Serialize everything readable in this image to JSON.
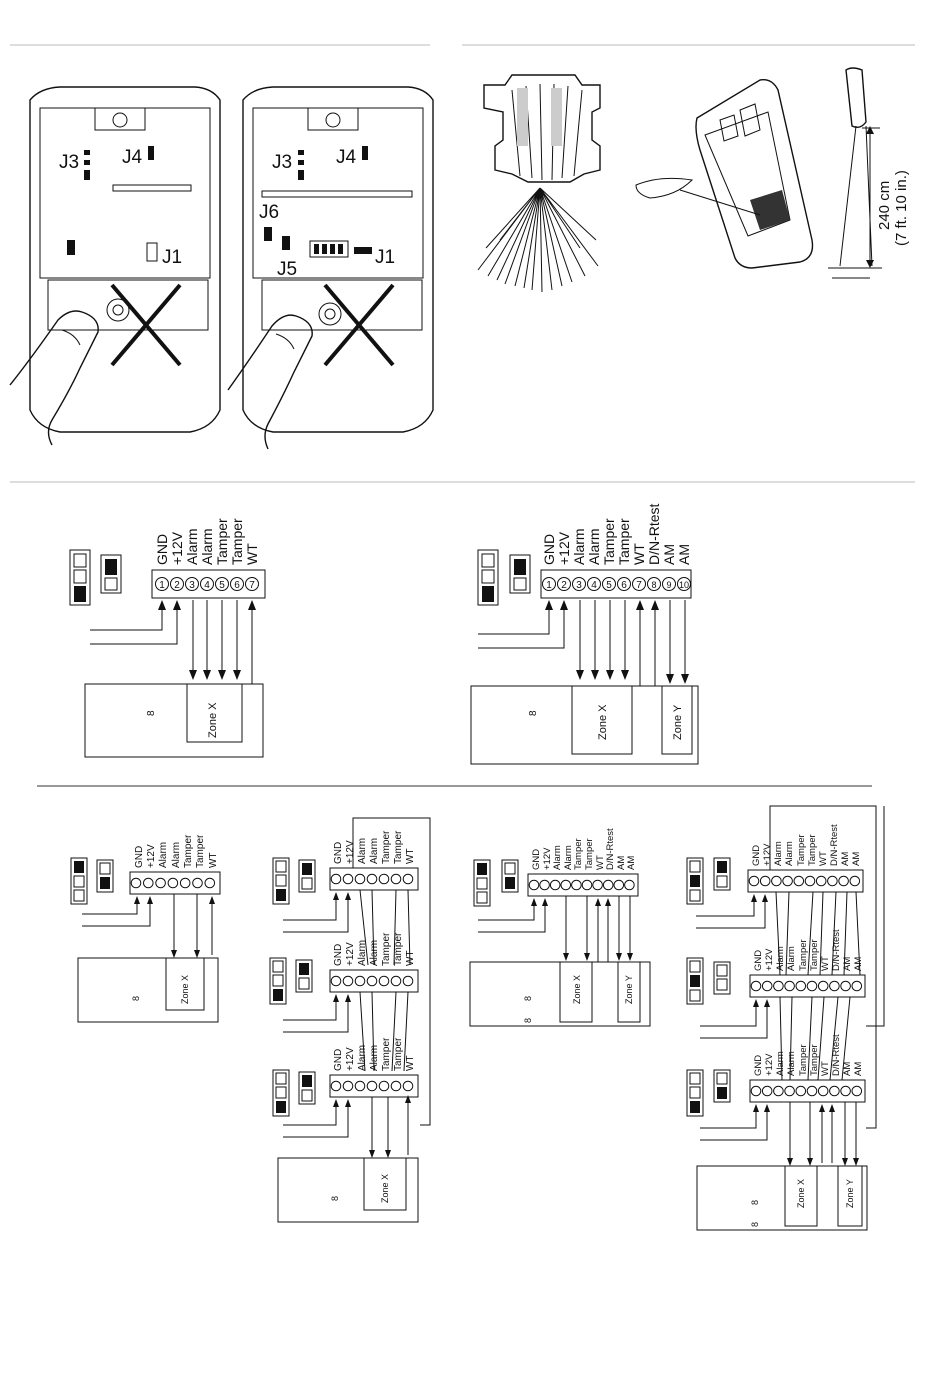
{
  "panel_top_left": {
    "left_board": {
      "jumpers": [
        "J3",
        "J4",
        "J1"
      ]
    },
    "right_board": {
      "jumpers": [
        "J3",
        "J4",
        "J6",
        "J5",
        "J1"
      ]
    }
  },
  "panel_top_right": {
    "height_label": "240 cm",
    "height_label_imperial": "(7 ft. 10 in.)"
  },
  "wiring_7": {
    "terminals": [
      "GND",
      "+12V",
      "Alarm",
      "Alarm",
      "Tamper",
      "Tamper",
      "WT"
    ],
    "numbers": [
      "1",
      "2",
      "3",
      "4",
      "5",
      "6",
      "7"
    ],
    "panel_digit": "8",
    "zone_x": "Zone X"
  },
  "wiring_10": {
    "terminals": [
      "GND",
      "+12V",
      "Alarm",
      "Alarm",
      "Tamper",
      "Tamper",
      "WT",
      "D/N-Rtest",
      "AM",
      "AM"
    ],
    "numbers": [
      "1",
      "2",
      "3",
      "4",
      "5",
      "6",
      "7",
      "8",
      "9",
      "10"
    ],
    "panel_digit": "8",
    "zone_x": "Zone X",
    "zone_y": "Zone Y"
  },
  "small_diagrams": {
    "panel_digit": "8",
    "zone_x": "Zone X",
    "zone_y": "Zone Y",
    "terminals_7": [
      "GND",
      "+12V",
      "Alarm",
      "Alarm",
      "Tamper",
      "Tamper",
      "WT"
    ],
    "terminals_7_alt": [
      "GND",
      "+12V",
      "Alarm",
      "Alarm",
      "Tamper",
      "Tamper",
      "WT"
    ],
    "terminals_10": [
      "GND",
      "+12V",
      "Alarm",
      "Alarm",
      "Tamper",
      "Tamper",
      "WT",
      "D/N-Rtest",
      "AM",
      "AM"
    ]
  }
}
